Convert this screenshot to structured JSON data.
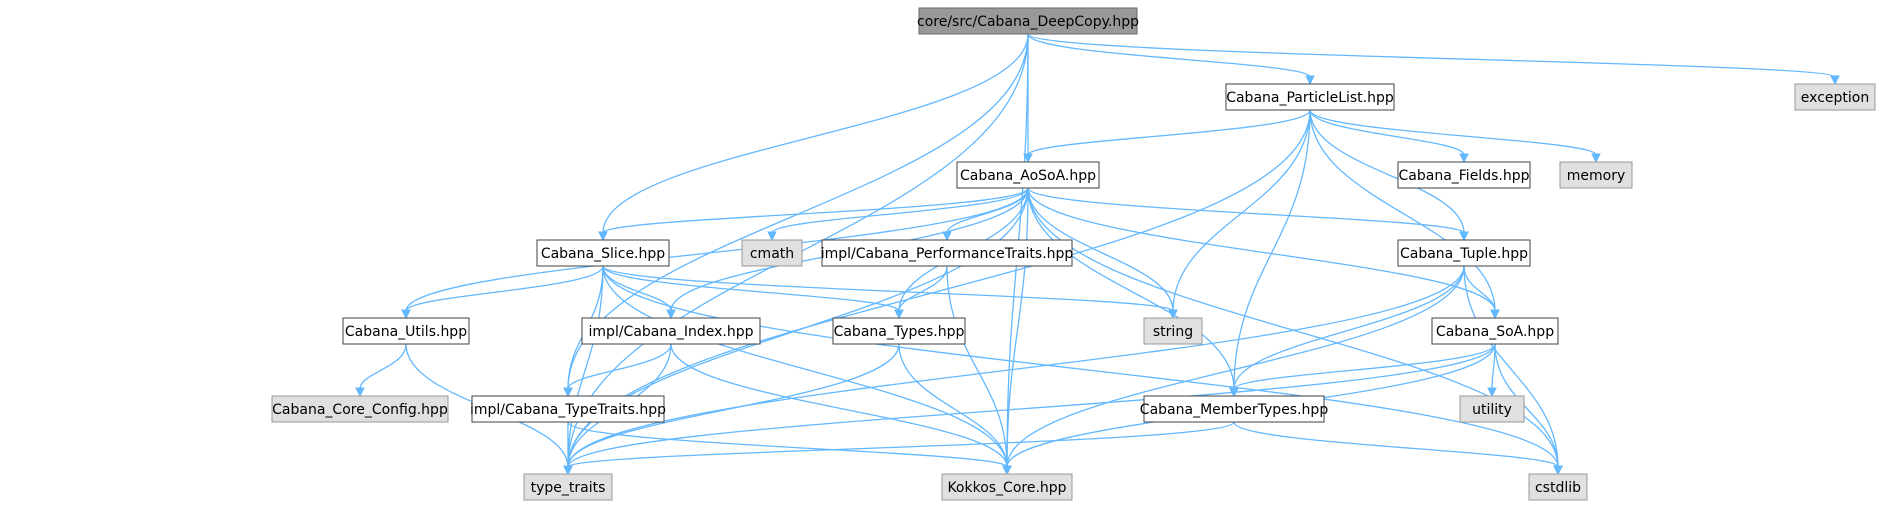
{
  "graph": {
    "nodes": [
      {
        "id": "deepcopy",
        "label": "core/src/Cabana_DeepCopy.hpp",
        "kind": "root"
      },
      {
        "id": "particlelist",
        "label": "Cabana_ParticleList.hpp",
        "kind": "local"
      },
      {
        "id": "exception",
        "label": "exception",
        "kind": "system"
      },
      {
        "id": "aosoa",
        "label": "Cabana_AoSoA.hpp",
        "kind": "local"
      },
      {
        "id": "fields",
        "label": "Cabana_Fields.hpp",
        "kind": "local"
      },
      {
        "id": "memory",
        "label": "memory",
        "kind": "system"
      },
      {
        "id": "slice",
        "label": "Cabana_Slice.hpp",
        "kind": "local"
      },
      {
        "id": "cmath",
        "label": "cmath",
        "kind": "system"
      },
      {
        "id": "perftraits",
        "label": "impl/Cabana_PerformanceTraits.hpp",
        "kind": "local"
      },
      {
        "id": "tuple",
        "label": "Cabana_Tuple.hpp",
        "kind": "local"
      },
      {
        "id": "utils",
        "label": "Cabana_Utils.hpp",
        "kind": "local"
      },
      {
        "id": "index",
        "label": "impl/Cabana_Index.hpp",
        "kind": "local"
      },
      {
        "id": "types",
        "label": "Cabana_Types.hpp",
        "kind": "local"
      },
      {
        "id": "string",
        "label": "string",
        "kind": "system"
      },
      {
        "id": "soa",
        "label": "Cabana_SoA.hpp",
        "kind": "local"
      },
      {
        "id": "coreconfig",
        "label": "Cabana_Core_Config.hpp",
        "kind": "system"
      },
      {
        "id": "typetraitsimpl",
        "label": "impl/Cabana_TypeTraits.hpp",
        "kind": "local"
      },
      {
        "id": "membertypes",
        "label": "Cabana_MemberTypes.hpp",
        "kind": "local"
      },
      {
        "id": "utility",
        "label": "utility",
        "kind": "system"
      },
      {
        "id": "typetraits",
        "label": "type_traits",
        "kind": "system"
      },
      {
        "id": "kokkos",
        "label": "Kokkos_Core.hpp",
        "kind": "system"
      },
      {
        "id": "cstdlib",
        "label": "cstdlib",
        "kind": "system"
      }
    ],
    "edges": [
      [
        "deepcopy",
        "particlelist"
      ],
      [
        "deepcopy",
        "exception"
      ],
      [
        "deepcopy",
        "aosoa"
      ],
      [
        "deepcopy",
        "slice"
      ],
      [
        "deepcopy",
        "typetraitsimpl"
      ],
      [
        "deepcopy",
        "typetraits"
      ],
      [
        "deepcopy",
        "kokkos"
      ],
      [
        "particlelist",
        "aosoa"
      ],
      [
        "particlelist",
        "fields"
      ],
      [
        "particlelist",
        "memory"
      ],
      [
        "particlelist",
        "tuple"
      ],
      [
        "particlelist",
        "soa"
      ],
      [
        "particlelist",
        "string"
      ],
      [
        "particlelist",
        "membertypes"
      ],
      [
        "particlelist",
        "typetraits"
      ],
      [
        "aosoa",
        "slice"
      ],
      [
        "aosoa",
        "cmath"
      ],
      [
        "aosoa",
        "perftraits"
      ],
      [
        "aosoa",
        "tuple"
      ],
      [
        "aosoa",
        "soa"
      ],
      [
        "aosoa",
        "string"
      ],
      [
        "aosoa",
        "membertypes"
      ],
      [
        "aosoa",
        "kokkos"
      ],
      [
        "aosoa",
        "cstdlib"
      ],
      [
        "aosoa",
        "utils"
      ],
      [
        "aosoa",
        "index"
      ],
      [
        "aosoa",
        "types"
      ],
      [
        "aosoa",
        "typetraits"
      ],
      [
        "slice",
        "utils"
      ],
      [
        "slice",
        "index"
      ],
      [
        "slice",
        "types"
      ],
      [
        "slice",
        "string"
      ],
      [
        "slice",
        "typetraitsimpl"
      ],
      [
        "slice",
        "kokkos"
      ],
      [
        "slice",
        "cstdlib"
      ],
      [
        "slice",
        "typetraits"
      ],
      [
        "perftraits",
        "types"
      ],
      [
        "perftraits",
        "kokkos"
      ],
      [
        "tuple",
        "soa"
      ],
      [
        "tuple",
        "membertypes"
      ],
      [
        "tuple",
        "typetraits"
      ],
      [
        "tuple",
        "kokkos"
      ],
      [
        "tuple",
        "cstdlib"
      ],
      [
        "utils",
        "coreconfig"
      ],
      [
        "utils",
        "typetraits"
      ],
      [
        "index",
        "typetraitsimpl"
      ],
      [
        "index",
        "typetraits"
      ],
      [
        "index",
        "kokkos"
      ],
      [
        "types",
        "typetraits"
      ],
      [
        "types",
        "kokkos"
      ],
      [
        "soa",
        "membertypes"
      ],
      [
        "soa",
        "utility"
      ],
      [
        "soa",
        "cstdlib"
      ],
      [
        "soa",
        "kokkos"
      ],
      [
        "soa",
        "typetraits"
      ],
      [
        "typetraitsimpl",
        "typetraits"
      ],
      [
        "typetraitsimpl",
        "kokkos"
      ],
      [
        "membertypes",
        "typetraits"
      ],
      [
        "membertypes",
        "cstdlib"
      ]
    ]
  }
}
